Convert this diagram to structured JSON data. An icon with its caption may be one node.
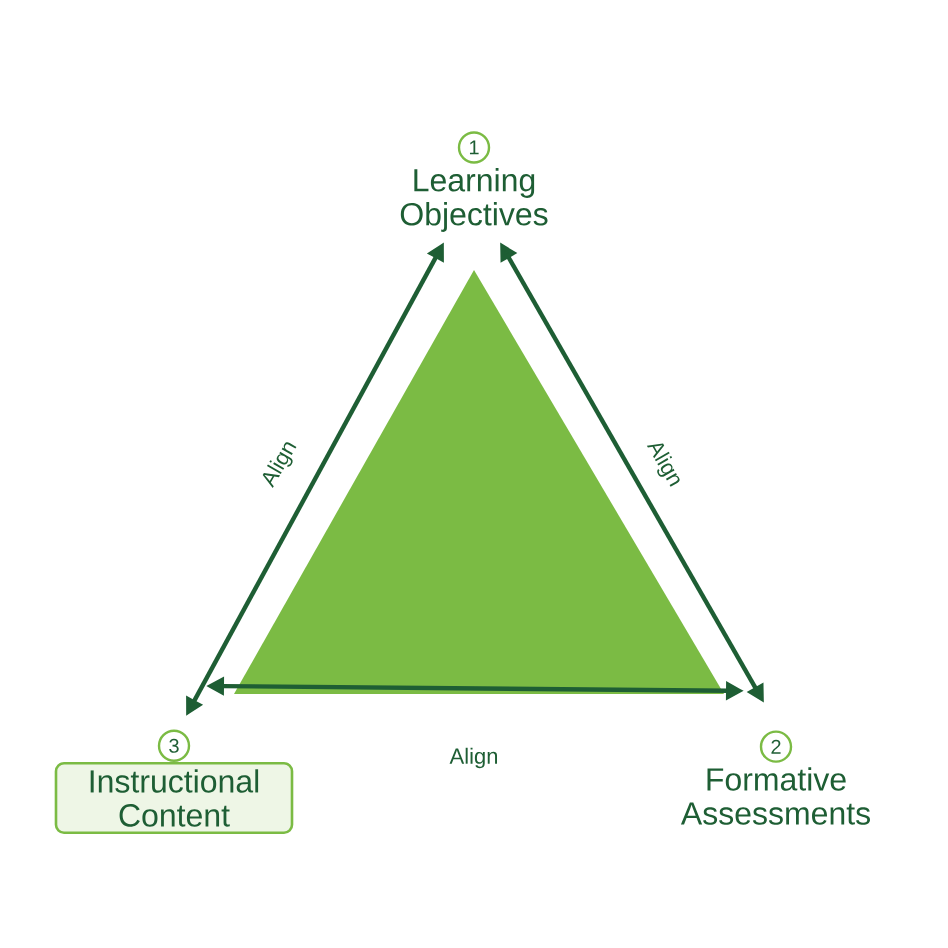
{
  "diagram": {
    "nodes": [
      {
        "text": [
          "1",
          "Learning Objectives"
        ]
      },
      {
        "text": [
          "2",
          "Formative Assessments"
        ]
      },
      {
        "text": [
          "3",
          "Instructional Content"
        ]
      }
    ],
    "edges": [
      {
        "from": 0,
        "to": 2,
        "arrow": "both",
        "label": "Align"
      },
      {
        "from": 0,
        "to": 1,
        "arrow": "both",
        "label": "Align"
      },
      {
        "from": 2,
        "to": 1,
        "arrow": "both",
        "label": "Align"
      }
    ]
  }
}
